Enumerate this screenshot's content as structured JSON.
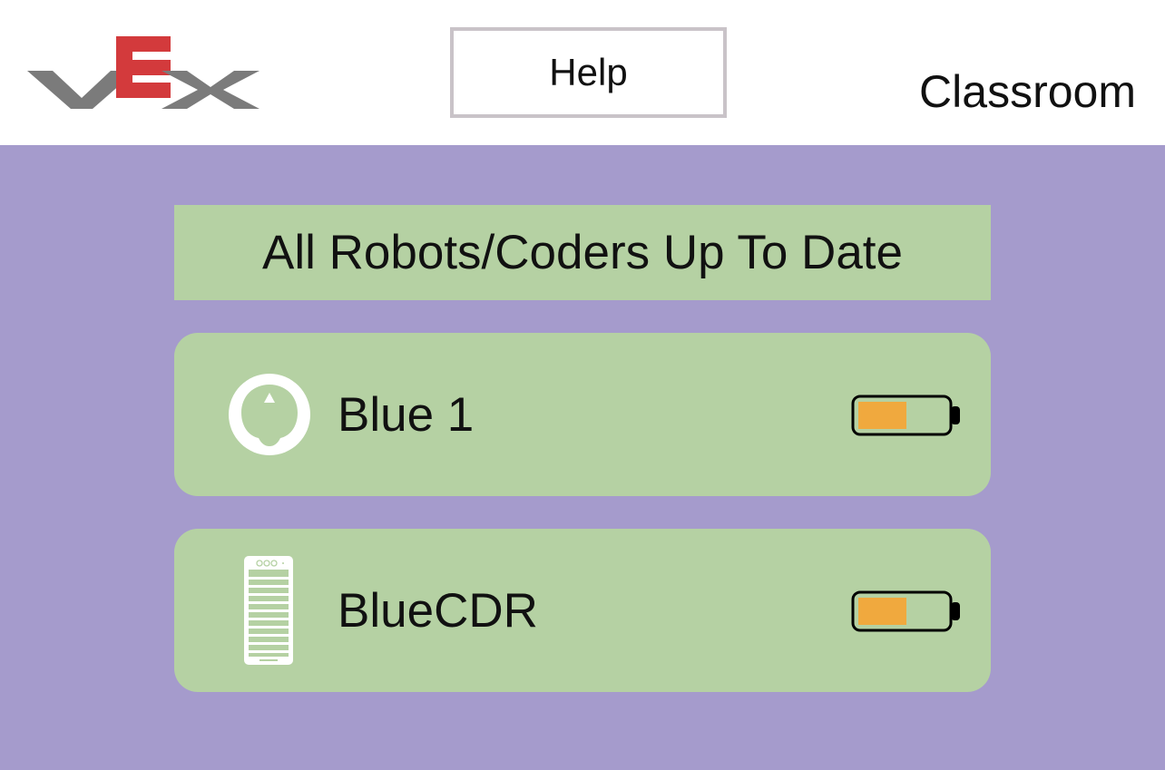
{
  "header": {
    "logo": {
      "text": "VEX",
      "colors": {
        "v": "#7b7b7b",
        "e": "#d33a3c",
        "x": "#7b7b7b"
      }
    },
    "help_label": "Help",
    "mode_label": "Classroom"
  },
  "status": {
    "text": "All Robots/Coders Up To Date"
  },
  "devices": [
    {
      "name": "Blue 1",
      "icon": "robot-brain-icon",
      "battery_level": 0.55,
      "battery_color": "#f0a93e"
    },
    {
      "name": "BlueCDR",
      "icon": "coder-icon",
      "battery_level": 0.55,
      "battery_color": "#f0a93e"
    }
  ],
  "colors": {
    "background": "#a59bcc",
    "card": "#b5d1a3",
    "header": "#ffffff",
    "battery_fill": "#f0a93e"
  }
}
